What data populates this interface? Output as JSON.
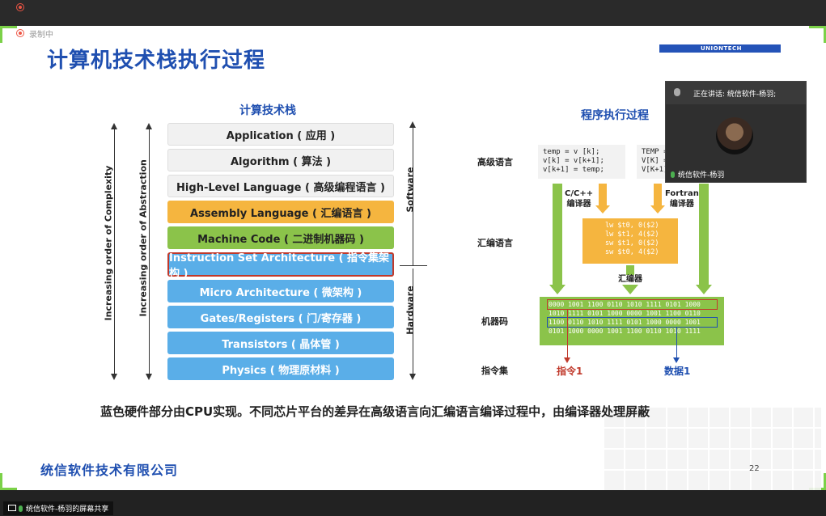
{
  "recording": {
    "label": "录制中"
  },
  "slide": {
    "title": "计算机技术栈执行过程",
    "logo": "UNIONTECH",
    "stack_title": "计算技术栈",
    "complexity_label": "Increasing order of Complexity",
    "abstraction_label": "Increasing order of Abstraction",
    "software_label": "Software",
    "hardware_label": "Hardware",
    "layers": [
      {
        "label": "Application ( 应用 )"
      },
      {
        "label": "Algorithm ( 算法 )"
      },
      {
        "label": "High-Level Language ( 高级编程语言 )"
      },
      {
        "label": "Assembly Language ( 汇编语言 )"
      },
      {
        "label": "Machine Code ( 二进制机器码 )"
      },
      {
        "label": "Instruction Set Architecture ( 指令集架构 )"
      },
      {
        "label": "Micro Architecture ( 微架构 )"
      },
      {
        "label": "Gates/Registers ( 门/寄存器 )"
      },
      {
        "label": "Transistors ( 晶体管 )"
      },
      {
        "label": "Physics ( 物理原材料 )"
      }
    ],
    "flow": {
      "title": "程序执行过程",
      "row_high": "高级语言",
      "row_asm": "汇编语言",
      "row_machine": "机器码",
      "row_isa": "指令集",
      "c_code": [
        "temp = v [k];",
        "v[k] = v[k+1];",
        "v[k+1] = temp;"
      ],
      "fortran_code": [
        "TEMP = V[K]",
        "V[K] = V[K+1]",
        "V[K+1] = TEMP"
      ],
      "c_compiler": [
        "C/C++",
        "编译器"
      ],
      "fortran_compiler": [
        "Fortran",
        "编译器"
      ],
      "asm_code": [
        "lw $t0, 0($2)",
        "lw $t1, 4($2)",
        "sw $t1, 0($2)",
        "sw $t0, 4($2)"
      ],
      "assembler": "汇编器",
      "machine_code": [
        "0000 1001 1100 0110 1010 1111 0101 1000",
        "1010 1111 0101 1000 0000 1001 1100 0110",
        "1100 0110 1010 1111 0101 1000 0000 1001",
        "0101 1000 0000 1001 1100 0110 1010 1111"
      ],
      "instruction_label": "指令1",
      "data_label": "数据1"
    },
    "caption": "蓝色硬件部分由CPU实现。不同芯片平台的差异在高级语言向汇编语言编译过程中，由编译器处理屏蔽",
    "footer_logo": "统信软件技术有限公司",
    "page_number": "22"
  },
  "video": {
    "speaking": "正在讲话: 统信软件-杨羽;",
    "name": "统信软件-杨羽"
  },
  "share": {
    "label": "统信软件-杨羽的屏幕共享"
  },
  "colors": {
    "title_blue": "#1f4fb0",
    "orange": "#f5b53f",
    "green": "#8bc34a",
    "blue": "#5aaee8",
    "red": "#c0392b"
  }
}
